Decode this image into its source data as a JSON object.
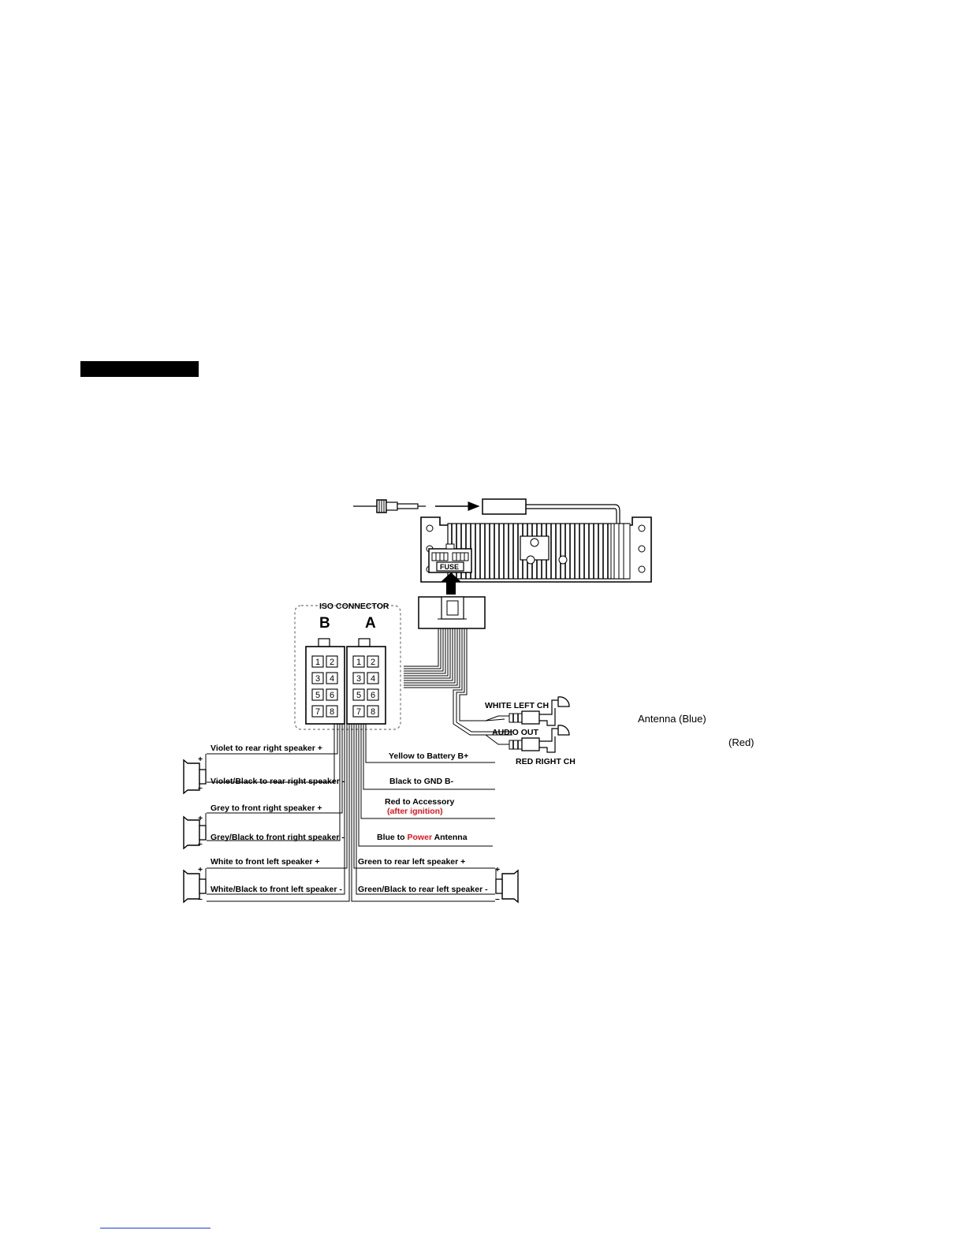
{
  "diagram": {
    "iso_connector_title": "ISO CONNECTOR",
    "connector_b": "B",
    "connector_a": "A",
    "pins": [
      "1",
      "2",
      "3",
      "4",
      "5",
      "6",
      "7",
      "8"
    ],
    "fuse_label": "FUSE",
    "rca": {
      "white_left": "WHITE LEFT CH",
      "audio_out": "AUDIO OUT",
      "red_right": "RED RIGHT CH"
    },
    "wires_left": [
      "Violet to rear right speaker +",
      "Violet/Black to rear right speaker -",
      "Grey to front right speaker +",
      "Grey/Black to front right speaker -",
      "White to front left speaker +",
      "White/Black to front left speaker -"
    ],
    "wires_right": [
      "Yellow to Battery B+",
      "Black to GND B-",
      "Red to Accessory",
      "(after ignition)",
      "Blue to",
      "Power",
      "Antenna",
      "Green to rear left speaker +",
      "Green/Black to rear left speaker -"
    ],
    "plus": "+",
    "minus": "–"
  },
  "notes": {
    "antenna_blue": "Antenna (Blue)",
    "red": "(Red)"
  }
}
